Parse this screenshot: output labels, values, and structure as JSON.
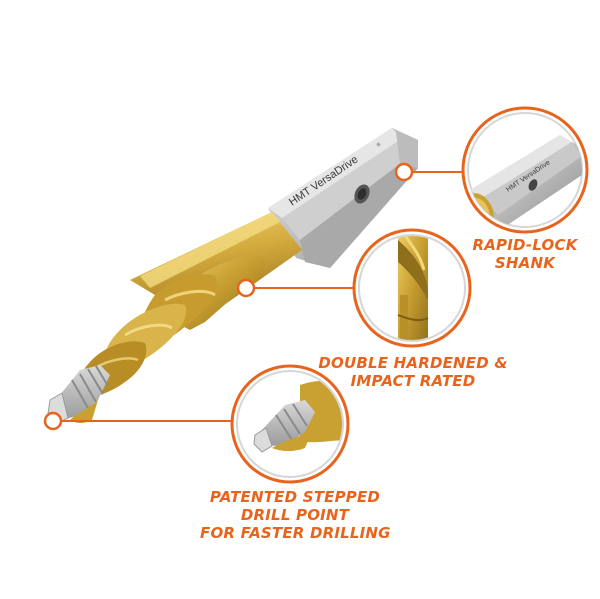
{
  "product": {
    "name": "HMT VersaDrive Stepped Drill",
    "shank_engraving": "HMT VersaDrive",
    "registered_mark": "®"
  },
  "callouts": [
    {
      "id": "shank",
      "line1": "RAPID-LOCK",
      "line2": "SHANK",
      "line3": ""
    },
    {
      "id": "hardened",
      "line1": "DOUBLE HARDENED &",
      "line2": "IMPACT RATED",
      "line3": ""
    },
    {
      "id": "point",
      "line1": "PATENTED STEPPED",
      "line2": "DRILL POINT",
      "line3": "FOR FASTER DRILLING"
    }
  ],
  "colors": {
    "accent": "#e8641d",
    "gold": "#c9a032",
    "gold_light": "#e6c55a",
    "gold_dark": "#8f6e1c",
    "steel": "#c8c8c8",
    "steel_dark": "#8a8a8a",
    "ring_grey": "#d6d6d6"
  }
}
